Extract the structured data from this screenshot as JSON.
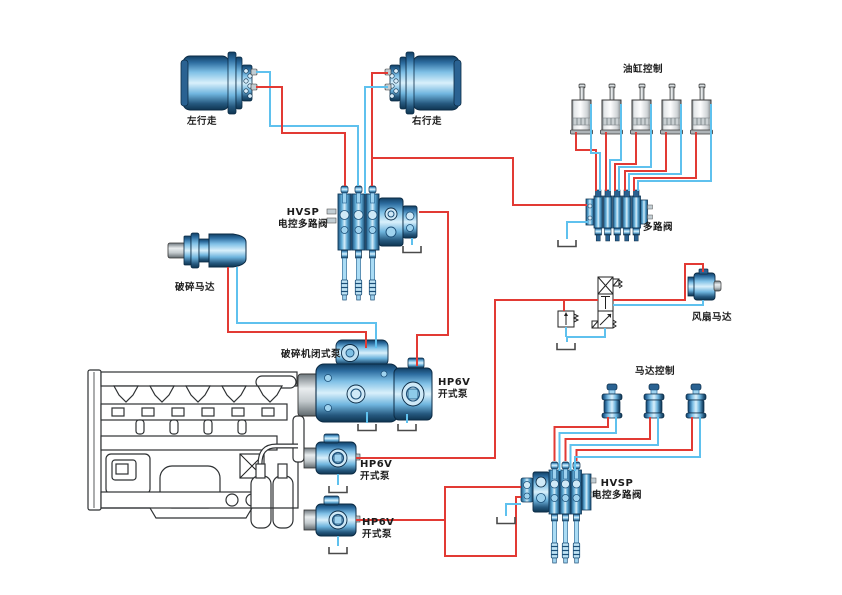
{
  "diagram": {
    "title": "hydraulic-system-schematic",
    "labels": {
      "travel_left": "左行走",
      "travel_right": "右行走",
      "cylinder_control": "油缸控制",
      "multiway_valve": "多路阀",
      "hvsp_model": "HVSP",
      "hvsp_valve_name": "电控多路阀",
      "crusher_motor": "破碎马达",
      "crusher_pump": "破碎机闭式泵",
      "hp6v_model": "HP6V",
      "open_pump": "开式泵",
      "fan_motor": "风扇马达",
      "motor_control": "马达控制"
    },
    "colors": {
      "pressure_line": "#e23a34",
      "return_line": "#5fc1ee",
      "component_dark": "#0e3551",
      "component_light": "#d9f0fb",
      "text": "#1c1c1c"
    }
  }
}
